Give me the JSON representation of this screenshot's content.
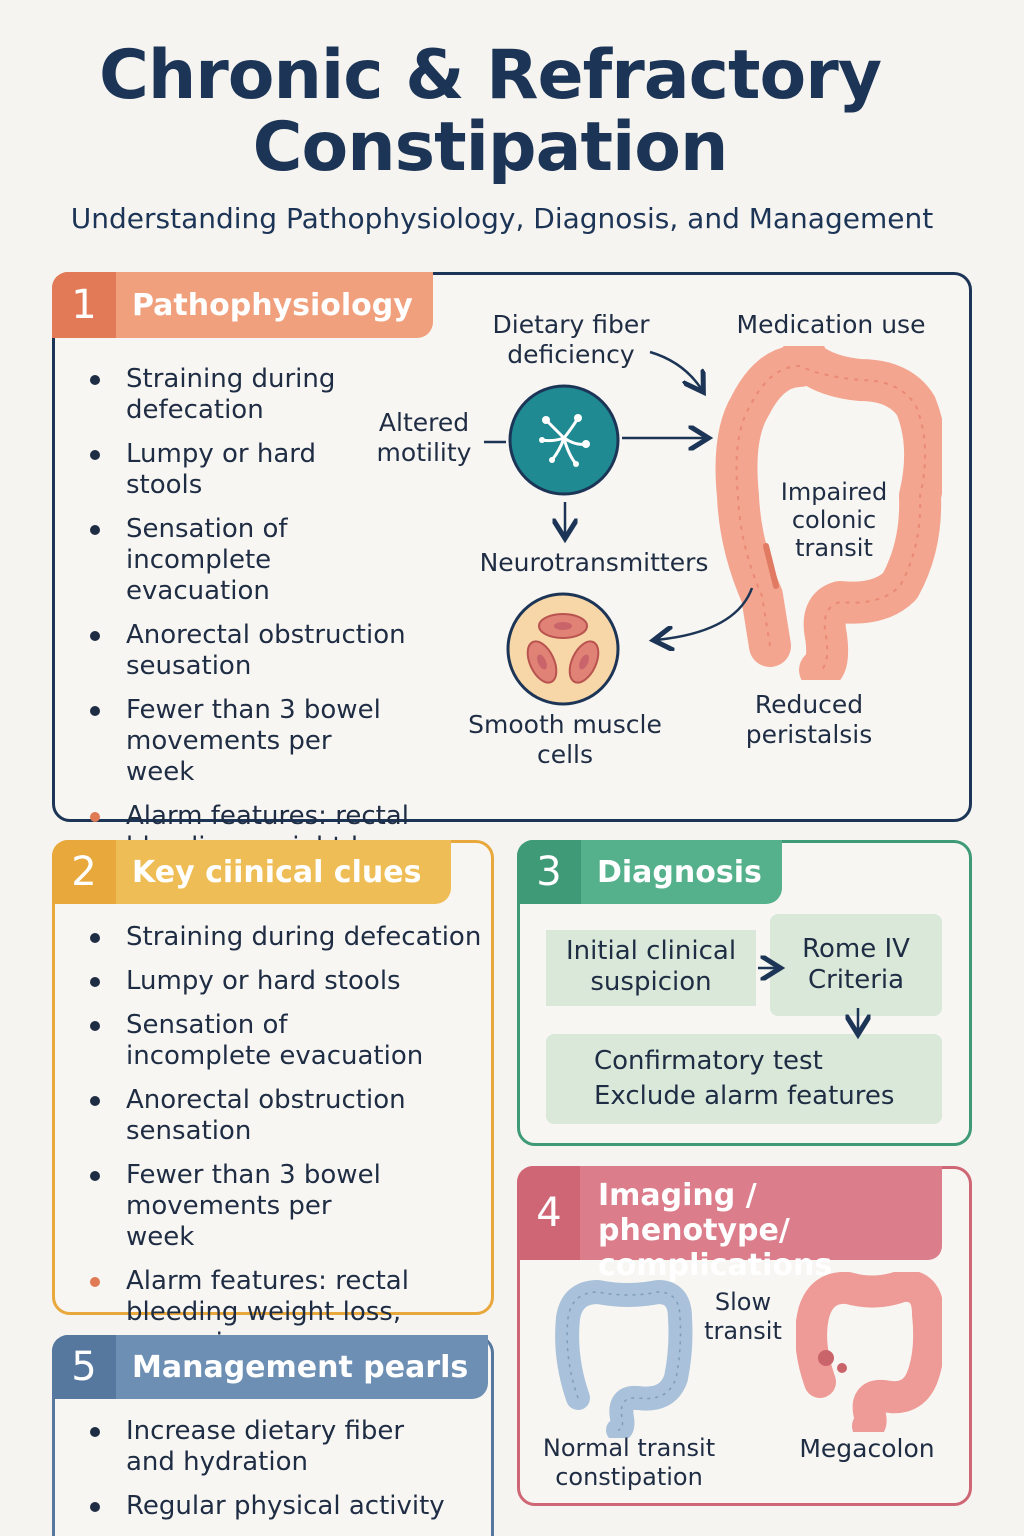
{
  "header": {
    "title_line1": "Chronic & Refractory",
    "title_line2": "Constipation",
    "subtitle": "Understanding Pathophysiology, Diagnosis, and Management"
  },
  "colors": {
    "navy": "#1c3557",
    "section1": "#e27a58",
    "section2": "#e8a83c",
    "section3": "#3f9a78",
    "section4": "#cf6675",
    "section5": "#56779e"
  },
  "section1": {
    "number": "1",
    "title": "Pathophysiology",
    "bullets": [
      "Straining during defecation",
      "Lumpy or hard stools",
      "Sensation of incomplete evacuation",
      "Anorectal obstruction seusation",
      "Fewer than 3 bowel movements per week",
      "Alarm features: rectal bleeding, weight loss, anemia"
    ],
    "diagram": {
      "dietary_fiber": "Dietary fiber deficiency",
      "medication": "Medication use",
      "altered_motility": "Altered motility",
      "neurotransmitters": "Neurotransmitters",
      "impaired_transit": "Impaired colonic transit",
      "smooth_muscle": "Smooth muscle cells",
      "reduced_peristalsis": "Reduced peristalsis",
      "icons": [
        "neuron-icon",
        "colon-icon",
        "smooth-muscle-cells-icon"
      ]
    }
  },
  "section2": {
    "number": "2",
    "title": "Key ciinical clues",
    "bullets": [
      "Straining during defecation",
      "Lumpy or hard stools",
      "Sensation of incomplete evacuation",
      "Anorectal obstruction sensation",
      "Fewer than 3 bowel movements per week",
      "Alarm features: rectal bleeding weight loss, anaemia"
    ]
  },
  "section3": {
    "number": "3",
    "title": "Diagnosis",
    "step1": "Initial clinical suspicion",
    "step2": "Rome IV Criteria",
    "step3_line1": "Confirmatory test",
    "step3_line2": "Exclude alarm features"
  },
  "section4": {
    "number": "4",
    "title": "Imaging / phenotype/ complications",
    "slow_transit": "Slow transit",
    "normal_transit": "Normal transit constipation",
    "megacolon": "Megacolon",
    "icons": [
      "normal-colon-icon",
      "megacolon-icon"
    ]
  },
  "section5": {
    "number": "5",
    "title": "Management pearls",
    "bullets": [
      "Increase dietary fiber and hydration",
      "Regular physical activity"
    ]
  }
}
